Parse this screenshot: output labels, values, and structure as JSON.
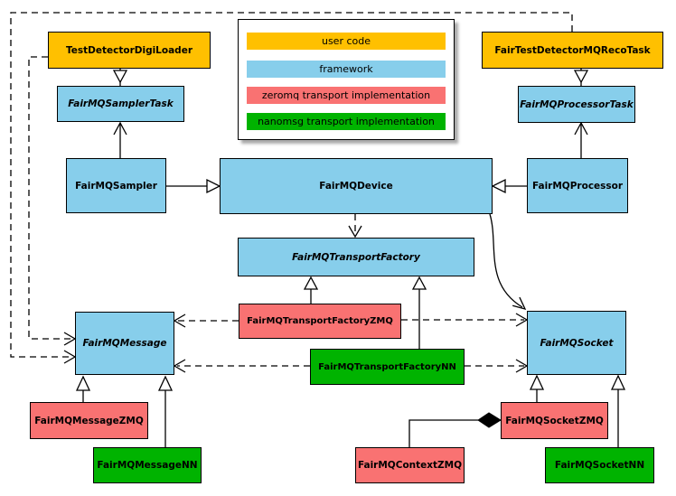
{
  "colors": {
    "user_code": "#FFC000",
    "framework": "#87CEEB",
    "zeromq": "#F97272",
    "nanomsg": "#00B300",
    "border": "#000000",
    "background": "#FFFFFF"
  },
  "legend": {
    "items": [
      {
        "label": "user code",
        "color": "#FFC000",
        "category": "user"
      },
      {
        "label": "framework",
        "color": "#87CEEB",
        "category": "framework"
      },
      {
        "label": "zeromq transport implementation",
        "color": "#F97272",
        "category": "zeromq"
      },
      {
        "label": "nanomsg transport implementation",
        "color": "#00B300",
        "category": "nanomsg"
      }
    ]
  },
  "nodes": {
    "digiLoader": {
      "label": "TestDetectorDigiLoader",
      "category": "user code",
      "abstract": false
    },
    "recoTask": {
      "label": "FairTestDetectorMQRecoTask",
      "category": "user code",
      "abstract": false
    },
    "samplerTask": {
      "label": "FairMQSamplerTask",
      "category": "framework",
      "abstract": true
    },
    "processorTask": {
      "label": "FairMQProcessorTask",
      "category": "framework",
      "abstract": true
    },
    "sampler": {
      "label": "FairMQSampler",
      "category": "framework",
      "abstract": false
    },
    "device": {
      "label": "FairMQDevice",
      "category": "framework",
      "abstract": false
    },
    "processor": {
      "label": "FairMQProcessor",
      "category": "framework",
      "abstract": false
    },
    "transportFactory": {
      "label": "FairMQTransportFactory",
      "category": "framework",
      "abstract": true
    },
    "transportFactoryZmq": {
      "label": "FairMQTransportFactoryZMQ",
      "category": "zeromq",
      "abstract": false
    },
    "transportFactoryNn": {
      "label": "FairMQTransportFactoryNN",
      "category": "nanomsg",
      "abstract": false
    },
    "message": {
      "label": "FairMQMessage",
      "category": "framework",
      "abstract": true
    },
    "socket": {
      "label": "FairMQSocket",
      "category": "framework",
      "abstract": true
    },
    "messageZmq": {
      "label": "FairMQMessageZMQ",
      "category": "zeromq",
      "abstract": false
    },
    "messageNn": {
      "label": "FairMQMessageNN",
      "category": "nanomsg",
      "abstract": false
    },
    "contextZmq": {
      "label": "FairMQContextZMQ",
      "category": "zeromq",
      "abstract": false
    },
    "socketZmq": {
      "label": "FairMQSocketZMQ",
      "category": "zeromq",
      "abstract": false
    },
    "socketNn": {
      "label": "FairMQSocketNN",
      "category": "nanomsg",
      "abstract": false
    }
  },
  "edges": [
    {
      "from": "TestDetectorDigiLoader",
      "to": "FairMQSamplerTask",
      "head": "hollow-triangle",
      "style": "solid"
    },
    {
      "from": "FairMQSampler",
      "to": "FairMQSamplerTask",
      "head": "open-arrow",
      "style": "solid"
    },
    {
      "from": "FairMQSampler",
      "to": "FairMQDevice",
      "head": "hollow-triangle",
      "style": "solid"
    },
    {
      "from": "FairTestDetectorMQRecoTask",
      "to": "FairMQProcessorTask",
      "head": "hollow-triangle",
      "style": "solid"
    },
    {
      "from": "FairMQProcessor",
      "to": "FairMQProcessorTask",
      "head": "open-arrow",
      "style": "solid"
    },
    {
      "from": "FairMQProcessor",
      "to": "FairMQDevice",
      "head": "hollow-triangle",
      "style": "solid"
    },
    {
      "from": "FairMQDevice",
      "to": "FairMQTransportFactory",
      "head": "open-arrow",
      "style": "dashed"
    },
    {
      "from": "FairMQDevice",
      "to": "FairMQSocket",
      "head": "open-arrow",
      "style": "solid"
    },
    {
      "from": "FairMQTransportFactoryZMQ",
      "to": "FairMQTransportFactory",
      "head": "hollow-triangle",
      "style": "solid"
    },
    {
      "from": "FairMQTransportFactoryNN",
      "to": "FairMQTransportFactory",
      "head": "hollow-triangle",
      "style": "solid"
    },
    {
      "from": "FairMQTransportFactoryZMQ",
      "to": "FairMQMessage",
      "head": "open-arrow",
      "style": "dashed"
    },
    {
      "from": "FairMQTransportFactoryZMQ",
      "to": "FairMQSocket",
      "head": "open-arrow",
      "style": "dashed"
    },
    {
      "from": "FairMQTransportFactoryNN",
      "to": "FairMQMessage",
      "head": "open-arrow",
      "style": "dashed"
    },
    {
      "from": "FairMQTransportFactoryNN",
      "to": "FairMQSocket",
      "head": "open-arrow",
      "style": "dashed"
    },
    {
      "from": "TestDetectorDigiLoader",
      "to": "FairMQMessage",
      "head": "open-arrow",
      "style": "dashed"
    },
    {
      "from": "FairTestDetectorMQRecoTask",
      "to": "FairMQMessage",
      "head": "open-arrow",
      "style": "dashed"
    },
    {
      "from": "FairMQMessageZMQ",
      "to": "FairMQMessage",
      "head": "hollow-triangle",
      "style": "solid"
    },
    {
      "from": "FairMQMessageNN",
      "to": "FairMQMessage",
      "head": "hollow-triangle",
      "style": "solid"
    },
    {
      "from": "FairMQSocketZMQ",
      "to": "FairMQSocket",
      "head": "hollow-triangle",
      "style": "solid"
    },
    {
      "from": "FairMQSocketNN",
      "to": "FairMQSocket",
      "head": "hollow-triangle",
      "style": "solid"
    },
    {
      "from": "FairMQContextZMQ",
      "to": "FairMQSocketZMQ",
      "head": "filled-diamond",
      "style": "solid"
    }
  ]
}
